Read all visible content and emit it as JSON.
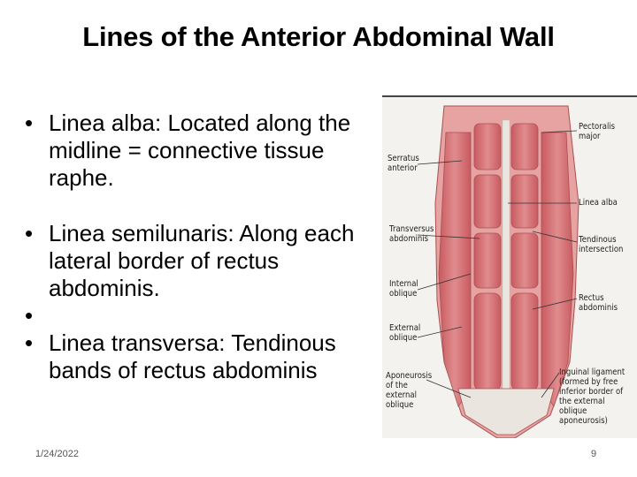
{
  "slide": {
    "title": "Lines of the Anterior Abdominal Wall",
    "bullets": [
      "Linea alba: Located along the midline = connective tissue raphe.",
      "Linea semilunaris: Along each lateral border of rectus abdominis.",
      "",
      "Linea transversa: Tendinous bands of rectus abdominis"
    ],
    "footer_date": "1/24/2022",
    "page_number": "9"
  },
  "figure": {
    "labels": {
      "pectoralis": "Pectoralis major",
      "serratus": "Serratus anterior",
      "linea_alba": "Linea alba",
      "transversus": "Transversus abdominis",
      "tendinous": "Tendinous intersection",
      "internal": "Internal oblique",
      "rectus": "Rectus abdominis",
      "external": "External oblique",
      "aponeurosis": "Aponeurosis of the external oblique",
      "inguinal": "Inguinal ligament (formed by free inferior border of the external oblique aponeurosis)"
    },
    "colors": {
      "muscle": "#d9777a",
      "muscle_dark": "#b9474c",
      "tendon": "#eae6df",
      "background": "#f4f2ee"
    }
  }
}
